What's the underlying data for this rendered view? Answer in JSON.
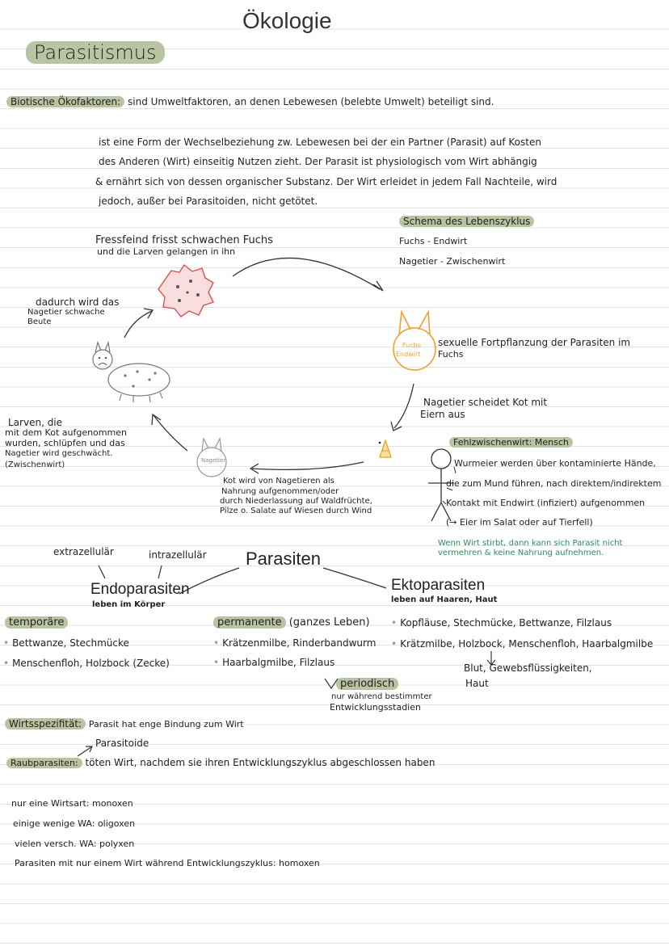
{
  "page_title": "Ökologie",
  "section_title": "Parasitismus",
  "biotic": {
    "label": "Biotische Ökofaktoren:",
    "text": "sind Umweltfaktoren, an denen Lebewesen (belebte Umwelt) beteiligt sind."
  },
  "definition": [
    "ist eine Form der Wechselbeziehung zw. Lebewesen bei der ein Partner (Parasit) auf Kosten",
    "des Anderen (Wirt) einseitig Nutzen zieht. Der Parasit ist physiologisch vom Wirt abhängig",
    "& ernährt sich von dessen organischer Substanz. Der Wirt erleidet in jedem Fall Nachteile, wird",
    "jedoch, außer bei Parasitoiden, nicht getötet."
  ],
  "cycle": {
    "schema_title": "Schema des Lebenszyklus",
    "fox_role": "Fuchs - Endwirt",
    "rodent_role": "Nagetier - Zwischenwirt",
    "fox_label_1": "Fuchs",
    "fox_label_2": "Endwirt",
    "fox_text": [
      "sexuelle Fortpflanzung der Parasiten im",
      "Fuchs"
    ],
    "rodent_label": "Nagetier",
    "predator_text": [
      "Fressfeind frisst schwachen Fuchs",
      "und die Larven gelangen in ihn"
    ],
    "prey_text": [
      "dadurch wird das",
      "Nagetier schwache",
      "Beute"
    ],
    "larvae_text": [
      "Larven, die",
      "mit dem Kot aufgenommen",
      "wurden, schlüpfen und das",
      "Nagetier wird geschwächt.",
      "(Zwischenwirt)"
    ],
    "feces_text": [
      "Nagetier scheidet Kot mit",
      "Eiern aus"
    ],
    "ingest_text": [
      "Kot wird von Nagetieren als",
      "Nahrung aufgenommen/oder",
      "durch Niederlassung auf Waldfrüchte,",
      "Pilze o. Salate auf Wiesen durch Wind"
    ],
    "human_title": "Fehlzwischenwirt: Mensch",
    "human_text": [
      "Wurmeier werden über kontaminierte Hände,",
      "die zum Mund führen, nach direktem/indirektem",
      "Kontakt mit Endwirt (infiziert) aufgenommen",
      "(→ Eier im Salat oder auf Tierfell)"
    ],
    "death_text": [
      "Wenn Wirt stirbt, dann kann sich Parasit nicht",
      "vermehren & keine Nahrung aufnehmen."
    ]
  },
  "parasites": {
    "title": "Parasiten",
    "extracellular": "extrazellulär",
    "intracellular": "intrazellulär",
    "endo": {
      "title": "Endoparasiten",
      "sub": "leben im Körper"
    },
    "ekto": {
      "title": "Ektoparasiten",
      "sub": "leben auf Haaren, Haut",
      "items": [
        "Kopfläuse, Stechmücke, Bettwanze, Filzlaus",
        "Krätzmilbe, Holzbock, Menschenfloh, Haarbalgmilbe"
      ],
      "note": [
        "Blut, Gewebsflüssigkeiten,",
        "Haut"
      ]
    },
    "temporary": {
      "title": "temporäre",
      "items": [
        "Bettwanze, Stechmücke",
        "Menschenfloh, Holzbock (Zecke)"
      ]
    },
    "permanent": {
      "title": "permanente",
      "note": "(ganzes Leben)",
      "items": [
        "Krätzenmilbe, Rinderbandwurm",
        "Haarbalgmilbe, Filzlaus"
      ]
    },
    "periodic": {
      "title": "periodisch",
      "sub": [
        "nur während bestimmter",
        "Entwicklungsstadien"
      ]
    }
  },
  "specificity": {
    "label": "Wirtsspezifität:",
    "text": "Parasit hat enge Bindung zum Wirt",
    "parasitoids": "Parasitoide",
    "raub_label": "Raubparasiten:",
    "raub_text": "töten Wirt, nachdem sie ihren Entwicklungszyklus abgeschlossen haben",
    "host_types": [
      "nur eine Wirtsart: monoxen",
      "einige wenige WA: oligoxen",
      "vielen versch. WA: polyxen",
      "Parasiten mit nur einem Wirt während Entwicklungszyklus: homoxen"
    ]
  },
  "colors": {
    "highlight": "#b8c4a2",
    "fox": "#f0a030",
    "predator": "#e05050",
    "green_note": "#2f8a5a"
  }
}
